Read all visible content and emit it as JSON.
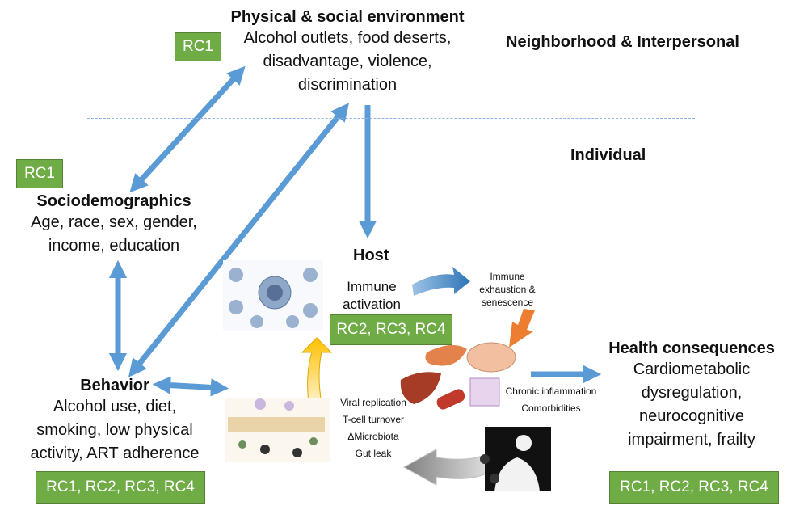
{
  "environment": {
    "title": "Physical & social environment",
    "lines": [
      "Alcohol outlets, food deserts,",
      "disadvantage, violence,",
      "discrimination"
    ],
    "badge": "RC1"
  },
  "levels": {
    "neighborhood": "Neighborhood & Interpersonal",
    "individual": "Individual"
  },
  "sociodemographics": {
    "badge": "RC1",
    "title": "Sociodemographics",
    "lines": [
      "Age, race, sex, gender,",
      "income, education"
    ]
  },
  "behavior": {
    "title": "Behavior",
    "lines": [
      "Alcohol use, diet,",
      "smoking, low physical",
      "activity, ART adherence"
    ],
    "badge": "RC1, RC2, RC3, RC4"
  },
  "host": {
    "title": "Host",
    "lines": [
      "Immune",
      "activation"
    ],
    "badge": "RC2, RC3, RC4",
    "exhaustion": [
      "Immune",
      "exhaustion &",
      "senescence"
    ],
    "pathways": [
      "Viral replication",
      "T-cell turnover",
      "ΔMicrobiota",
      "Gut leak"
    ],
    "outcomes": [
      "Chronic inflammation",
      "Comorbidities"
    ]
  },
  "health": {
    "title": "Health consequences",
    "lines": [
      "Cardiometabolic",
      "dysregulation,",
      "neurocognitive",
      "impairment, frailty"
    ],
    "badge": "RC1, RC2, RC3, RC4"
  },
  "colors": {
    "arrow": "#5b9bd5",
    "badge": "#6fac46",
    "yellow": "#ffc000",
    "orange": "#ed7d31",
    "gray": "#a6a6a6"
  }
}
